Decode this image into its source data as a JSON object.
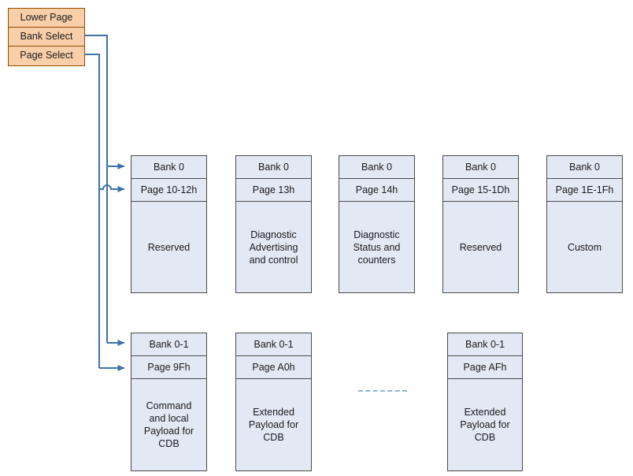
{
  "diagram": {
    "title": "Upper page memory map with Bank Select and Page Select",
    "line_color": "#3d72ab",
    "block_fill": "#e3e8f5",
    "block_border": "#4a4a4a",
    "selector_fill": "#f9cfaa",
    "selector_border": "#924c00",
    "dash_color": "#8fb4dd"
  },
  "selectors": [
    {
      "label": "Lower Page"
    },
    {
      "label": "Bank Select"
    },
    {
      "label": "Page Select"
    }
  ],
  "upper_row": [
    {
      "bank": "Bank 0",
      "page": "Page 10-12h",
      "body": [
        "Reserved"
      ]
    },
    {
      "bank": "Bank 0",
      "page": "Page 13h",
      "body": [
        "Diagnostic",
        "Advertising",
        "and control"
      ]
    },
    {
      "bank": "Bank 0",
      "page": "Page 14h",
      "body": [
        "Diagnostic",
        "Status and",
        "counters"
      ]
    },
    {
      "bank": "Bank 0",
      "page": "Page 15-1Dh",
      "body": [
        "Reserved"
      ]
    },
    {
      "bank": "Bank 0",
      "page": "Page 1E-1Fh",
      "body": [
        "Custom"
      ]
    }
  ],
  "lower_row": [
    {
      "bank": "Bank 0-1",
      "page": "Page 9Fh",
      "body": [
        "Command",
        "and local",
        "Payload for",
        "CDB"
      ]
    },
    {
      "bank": "Bank 0-1",
      "page": "Page A0h",
      "body": [
        "Extended",
        "Payload for",
        "CDB"
      ]
    },
    {
      "bank": "Bank 0-1",
      "page": "Page AFh",
      "body": [
        "Extended",
        "Payload for",
        "CDB"
      ]
    }
  ],
  "ellipsis": {
    "style": "dashed-line"
  }
}
